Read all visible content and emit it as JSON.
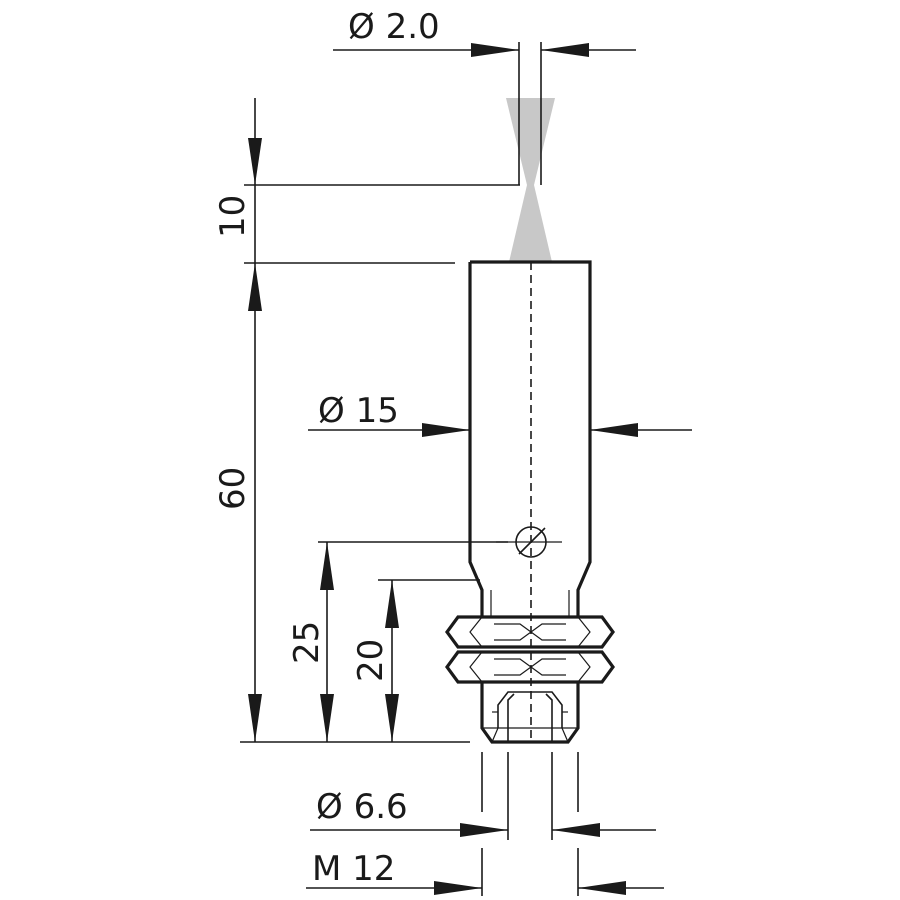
{
  "dimensions": {
    "beam_diameter": "Ø 2.0",
    "beam_length": "10",
    "body_diameter": "Ø 15",
    "body_length": "60",
    "pot_position": "25",
    "thread_length": "20",
    "connector_diameter": "Ø 6.6",
    "thread_size": "M 12"
  },
  "colors": {
    "line": "#1a1a1a",
    "beam": "#c8c8c8",
    "background": "#ffffff"
  }
}
